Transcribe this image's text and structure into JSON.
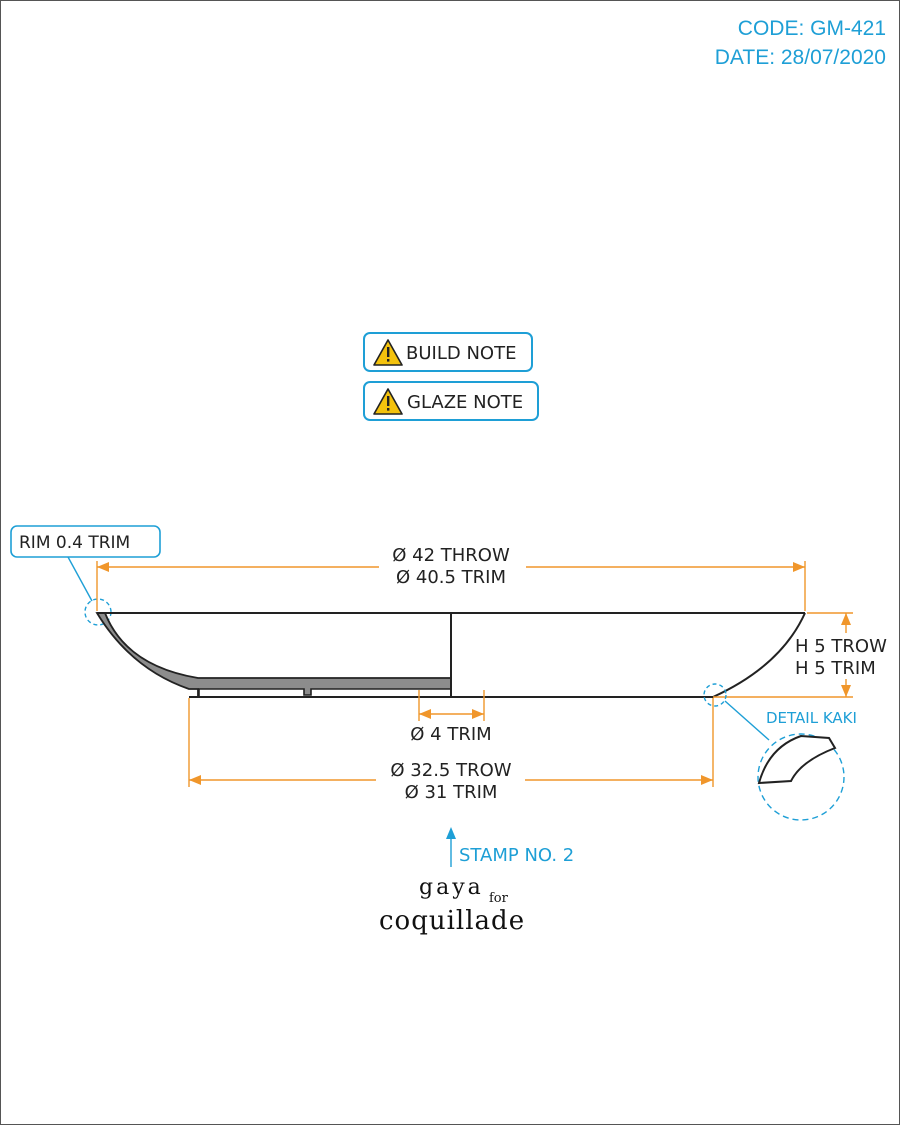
{
  "header": {
    "code": "CODE: GM-421",
    "date": "DATE: 28/07/2020"
  },
  "notes": [
    {
      "label": "BUILD NOTE",
      "icon": "warning-icon"
    },
    {
      "label": "GLAZE NOTE",
      "icon": "warning-icon"
    }
  ],
  "callouts": {
    "rim": "RIM 0.4 TRIM",
    "detail": "DETAIL KAKI",
    "stamp": "STAMP NO. 2"
  },
  "dimensions": {
    "outer_diameter_throw": "Ø 42 THROW",
    "outer_diameter_trim": "Ø 40.5 TRIM",
    "height_throw": "H 5 TROW",
    "height_trim": "H 5 TRIM",
    "foot_inner": "Ø 4 TRIM",
    "base_throw": "Ø 32.5 TROW",
    "base_trim": "Ø 31 TRIM"
  },
  "logo": {
    "line1": "gaya",
    "for": "for",
    "line2": "coquillade"
  },
  "colors": {
    "accent": "#1e9fd6",
    "dimension": "#f0962b",
    "section": "#8c8c8c",
    "warning": "#f4c20d"
  }
}
